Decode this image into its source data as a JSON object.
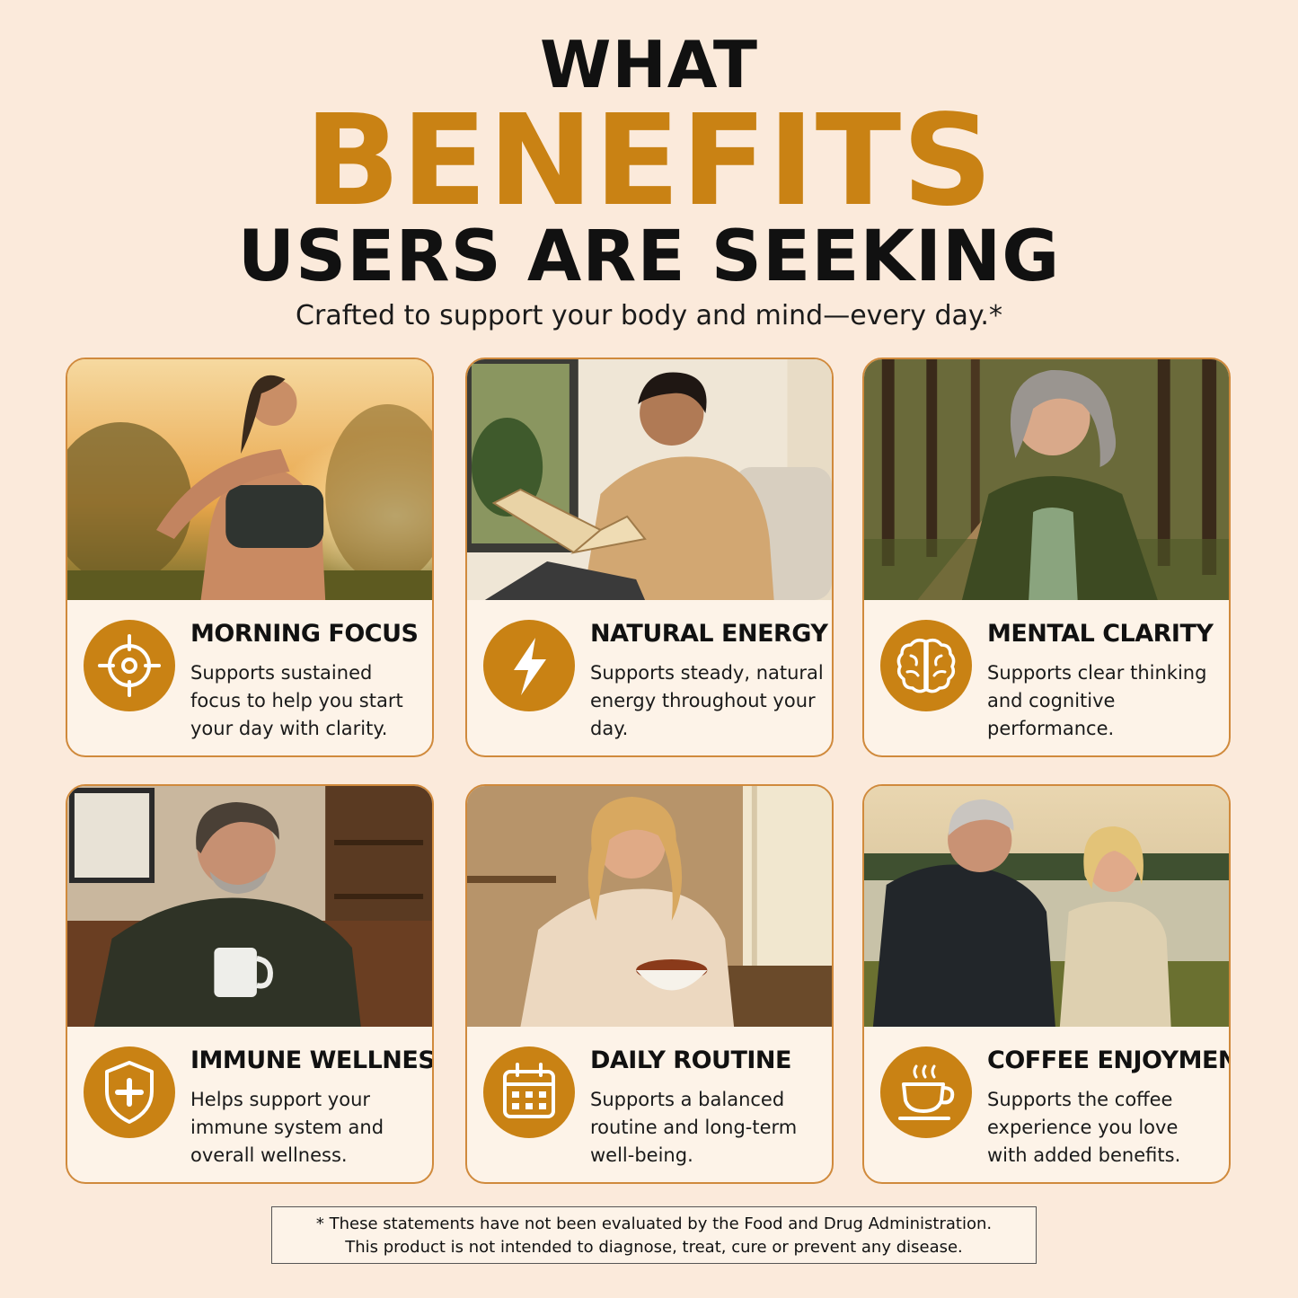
{
  "header": {
    "line1": "WHAT",
    "line2": "BENEFITS",
    "line3": "USERS ARE SEEKING",
    "subtitle": "Crafted to support your body and mind—every day.*"
  },
  "cards": [
    {
      "title": "MORNING FOCUS",
      "description": "Supports sustained focus to help you start your day with clarity.",
      "icon": "target-icon"
    },
    {
      "title": "NATURAL ENERGY",
      "description": "Supports steady, natural energy throughout your day.",
      "icon": "lightning-bolt-icon"
    },
    {
      "title": "MENTAL CLARITY",
      "description": "Supports clear thinking and cognitive performance.",
      "icon": "brain-icon"
    },
    {
      "title": "IMMUNE WELLNESS",
      "description": "Helps support your immune system and overall wellness.",
      "icon": "shield-plus-icon"
    },
    {
      "title": "DAILY ROUTINE",
      "description": "Supports a balanced routine and long-term well-being.",
      "icon": "calendar-icon"
    },
    {
      "title": "COFFEE ENJOYMENT",
      "description": "Supports the coffee experience you love with added benefits.",
      "icon": "coffee-cup-icon"
    }
  ],
  "disclaimer": {
    "line1": "* These statements have not been evaluated by the Food and Drug Administration.",
    "line2": "This product is not intended to diagnose, treat, cure or prevent any disease."
  },
  "colors": {
    "accent": "#c98214",
    "background": "#fbeadb",
    "card_border": "#d08a3c"
  }
}
